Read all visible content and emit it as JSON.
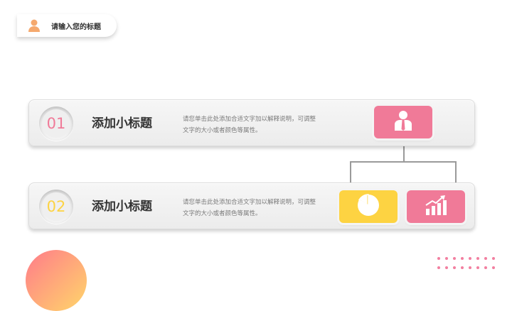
{
  "header": {
    "title": "请输入您的标题",
    "icon": "person-icon"
  },
  "rows": [
    {
      "number": "01",
      "number_color": "#f07a98",
      "subtitle": "添加小标题",
      "description": "请您单击此处添加合适文字加以解释说明，可调整文字的大小或者颜色等属性。",
      "icons": [
        "org-chart-icon"
      ]
    },
    {
      "number": "02",
      "number_color": "#fdd342",
      "subtitle": "添加小标题",
      "description": "请您单击此处添加合适文字加以解释说明，可调整文字的大小或者颜色等属性。",
      "icons": [
        "pie-chart-icon",
        "growth-chart-icon"
      ]
    }
  ],
  "colors": {
    "accent_pink": "#f07a98",
    "accent_yellow": "#fdd342",
    "title_orange": "#f5a96e"
  }
}
